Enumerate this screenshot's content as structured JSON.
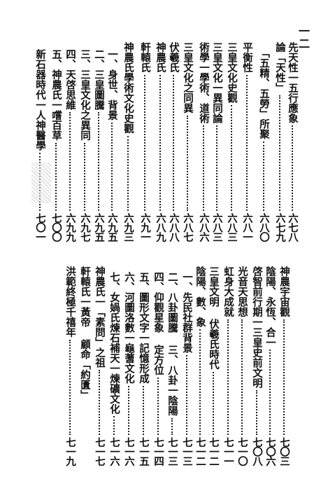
{
  "page_number": "一二",
  "toc_top": [
    {
      "title": "先天性一五行應象",
      "page": "六七八"
    },
    {
      "title": "論「天性」",
      "page": "六七九"
    },
    {
      "title": "「五精、五勞」所聚",
      "page": "六八〇"
    },
    {
      "title": "平衡性",
      "page": "六八一"
    },
    {
      "title": "三皇文化史觀",
      "page": "六八三"
    },
    {
      "title": "三皇文化一異同論",
      "page": "六八三"
    },
    {
      "title": "術學一學術、道術",
      "page": "六八六"
    },
    {
      "title": "三皇文化之同異",
      "page": "六八七"
    },
    {
      "title": "伏羲氏",
      "page": "六八八"
    },
    {
      "title": "神農氏",
      "page": "六八九"
    },
    {
      "title": "軒轅氏",
      "page": "六九一"
    },
    {
      "title": "神農氏學術文化史觀",
      "page": "六九三"
    },
    {
      "title": "一、身世、背景",
      "page": "六九五"
    },
    {
      "title": "二、三皇圖騰",
      "page": "六九五"
    },
    {
      "title": "三、三皇文化之異同",
      "page": "六九七"
    },
    {
      "title": "四、天啓思維",
      "page": "六九九"
    },
    {
      "title": "五、神農氏一嚐百草",
      "page": "七〇〇"
    },
    {
      "title": "新石器時代一人神醫學",
      "page": "七〇一"
    }
  ],
  "toc_bottom": [
    {
      "title": "神農宇宙觀",
      "page": "七〇三"
    },
    {
      "title": "陰陽、永恆、合一",
      "page": "七〇六"
    },
    {
      "title": "啓智前行期一三皇史前文明",
      "page": "七〇八"
    },
    {
      "title": "光音天思想",
      "page": "七一〇"
    },
    {
      "title": "虹身大成就",
      "page": "七一一"
    },
    {
      "title": "三皇文明 伏羲氏時代",
      "page": "七一二"
    },
    {
      "title": "陰陽、數、象",
      "page": "七一二"
    },
    {
      "title": "一、先民社群背景",
      "page": "七一三"
    },
    {
      "title": "二、八卦圖騰 三、八卦一陰陽",
      "page": "七一三"
    },
    {
      "title": "四、仰觀星象 定方位",
      "page": "七一四"
    },
    {
      "title": "五、圖形文字一記憶形成",
      "page": "七一五"
    },
    {
      "title": "六、河圖洛數一龜蓍文化",
      "page": "七一六"
    },
    {
      "title": "七、女媧氏煉石補天一煉礦文化",
      "page": "七一六"
    },
    {
      "title": "神農氏一「素問」之祖",
      "page": "七一七"
    },
    {
      "title": "軒轅氏一黃帝 顧命「約匱」",
      "page": ""
    },
    {
      "title": "洪範終極千禧年",
      "page": "七一九"
    }
  ]
}
